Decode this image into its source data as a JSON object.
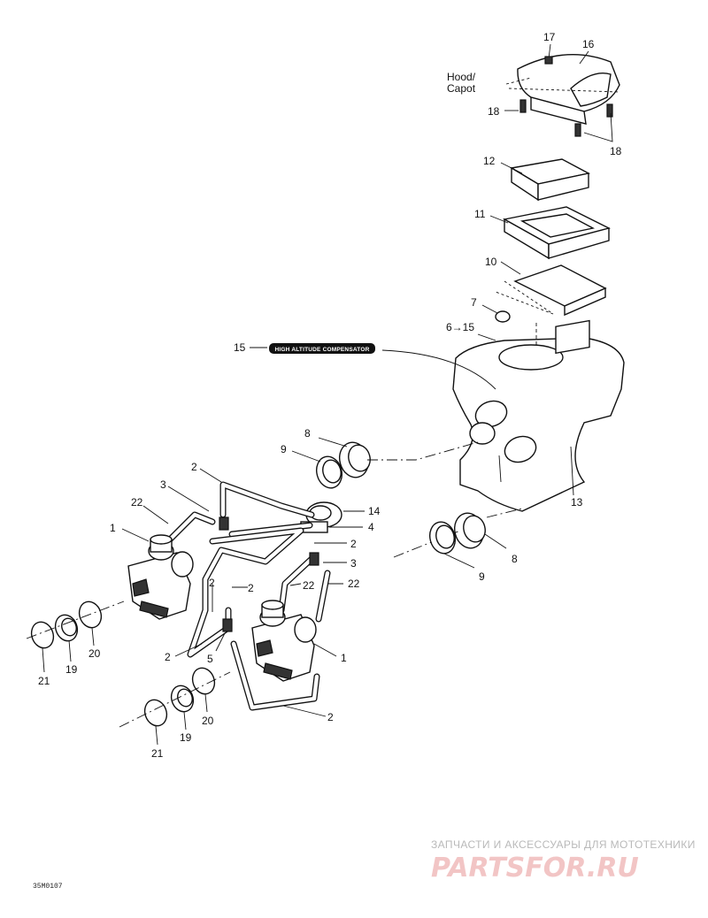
{
  "diagram": {
    "hood_label_line1": "Hood/",
    "hood_label_line2": "Capot",
    "compensator_label": "HIGH ALTITUDE COMPENSATOR",
    "drawing_code": "35M0107",
    "callouts": {
      "c17": "17",
      "c16": "16",
      "c18a": "18",
      "c18b": "18",
      "c12": "12",
      "c11": "11",
      "c10": "10",
      "c7": "7",
      "c6to15": "6→15",
      "c15": "15",
      "c13": "13",
      "c8a": "8",
      "c9a": "9",
      "c14": "14",
      "c4": "4",
      "c2a": "2",
      "c3a": "3",
      "c22a": "22",
      "c1a": "1",
      "c2b": "2",
      "c3b": "3",
      "c22b": "22",
      "c22c": "22",
      "c2c": "2",
      "c2d": "2",
      "c2e": "2",
      "c5": "5",
      "c1b": "1",
      "c8b": "8",
      "c9b": "9",
      "c21a": "21",
      "c19a": "19",
      "c20a": "20",
      "c21b": "21",
      "c19b": "19",
      "c20b": "20",
      "c2f": "2"
    }
  },
  "watermark": {
    "tagline": "ЗАПЧАСТИ И АКСЕССУАРЫ ДЛЯ МОТОТЕХНИКИ",
    "brand": "PARTSFOR.RU",
    "color": "#f2c5c5"
  }
}
